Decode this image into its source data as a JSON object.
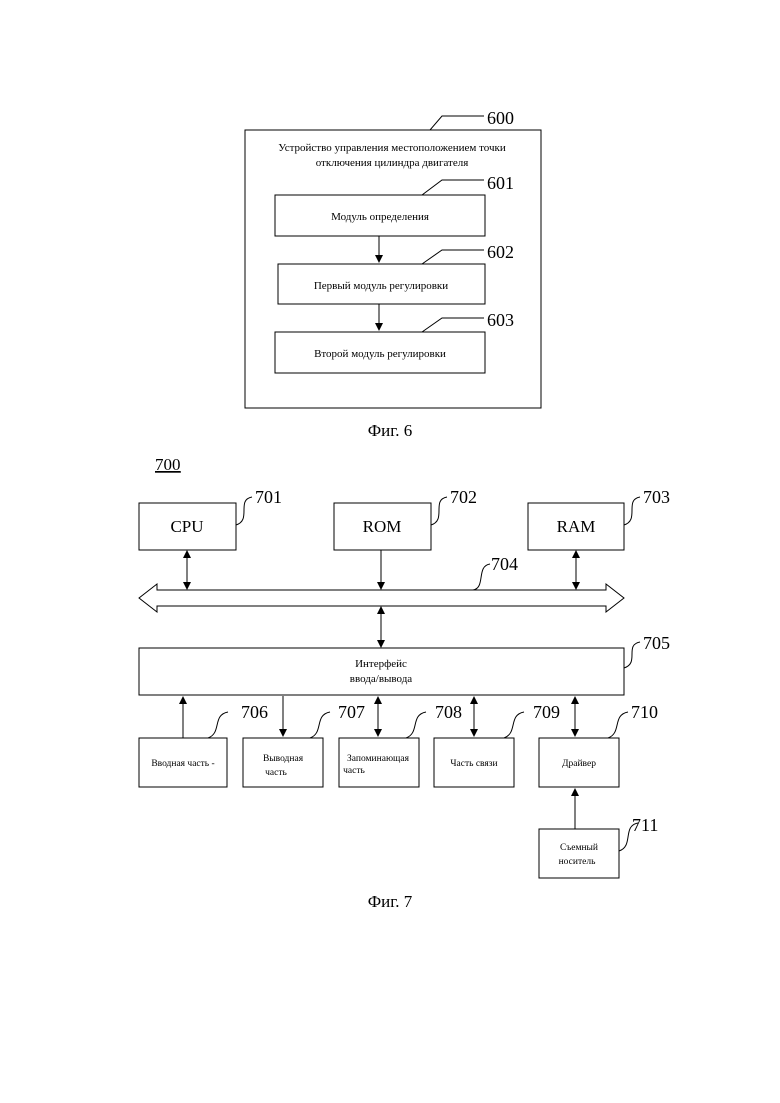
{
  "fig6": {
    "ref": "600",
    "title_line1": "Устройство управления местоположением точки",
    "title_line2": "отключения цилиндра двигателя",
    "modules": [
      {
        "ref": "601",
        "label": "Модуль определения"
      },
      {
        "ref": "602",
        "label": "Первый модуль регулировки"
      },
      {
        "ref": "603",
        "label": "Второй модуль регулировки"
      }
    ],
    "caption": "Фиг. 6"
  },
  "fig7": {
    "ref": "700",
    "cpu": {
      "ref": "701",
      "label": "CPU"
    },
    "rom": {
      "ref": "702",
      "label": "ROM"
    },
    "ram": {
      "ref": "703",
      "label": "RAM"
    },
    "bus": {
      "ref": "704"
    },
    "io": {
      "ref": "705",
      "line1": "Интерфейс",
      "line2": "ввода/вывода"
    },
    "input": {
      "ref": "706",
      "label": "Вводная часть -"
    },
    "output": {
      "ref": "707",
      "line1": "Выводная",
      "line2": "часть"
    },
    "storage": {
      "ref": "708",
      "line1": "Запоминающая",
      "line2": "часть"
    },
    "comm": {
      "ref": "709",
      "label": "Часть связи"
    },
    "driver": {
      "ref": "710",
      "label": "Драйвер"
    },
    "media": {
      "ref": "711",
      "line1": "Съемный",
      "line2": "носитель"
    },
    "caption": "Фиг. 7"
  }
}
